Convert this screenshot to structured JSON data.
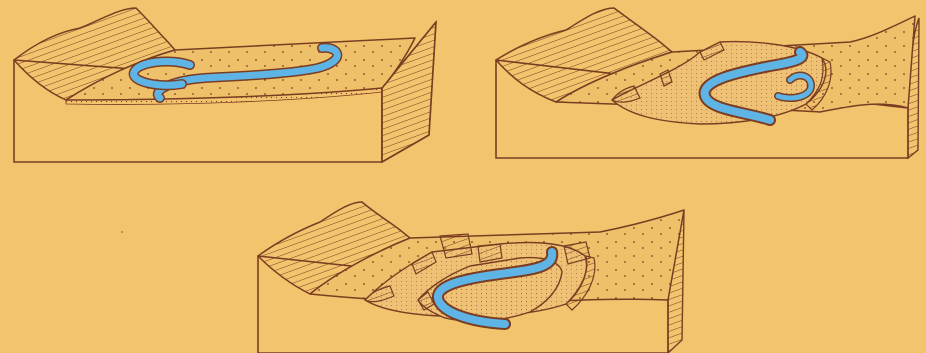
{
  "figure": {
    "panels": [
      {
        "id": "stage-1",
        "description_visible": false
      },
      {
        "id": "stage-2",
        "description_visible": false
      },
      {
        "id": "stage-3",
        "description_visible": false
      }
    ]
  },
  "colors": {
    "background": "#f2c46d",
    "ink": "#7a3d22",
    "river_water": "#5fb4e6",
    "floodplain": "#efc06a",
    "terrace": "#eec174"
  }
}
